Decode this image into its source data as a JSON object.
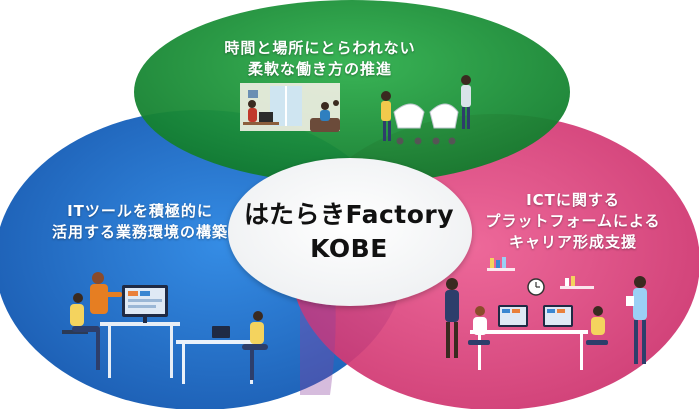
{
  "center": {
    "line1": "はたらきFactory",
    "line2": "KOBE"
  },
  "circles": [
    {
      "id": "top",
      "color": "#1e9a3c",
      "lines": [
        "時間と場所にとらわれない",
        "柔軟な働き方の推進"
      ]
    },
    {
      "id": "left",
      "color": "#1b6fd0",
      "lines": [
        "ITツールを積極的に",
        "活用する業務環境の構築"
      ]
    },
    {
      "id": "right",
      "color": "#e0457f",
      "lines": [
        "ICTに関する",
        "プラットフォームによる",
        "キャリア形成支援"
      ]
    }
  ]
}
